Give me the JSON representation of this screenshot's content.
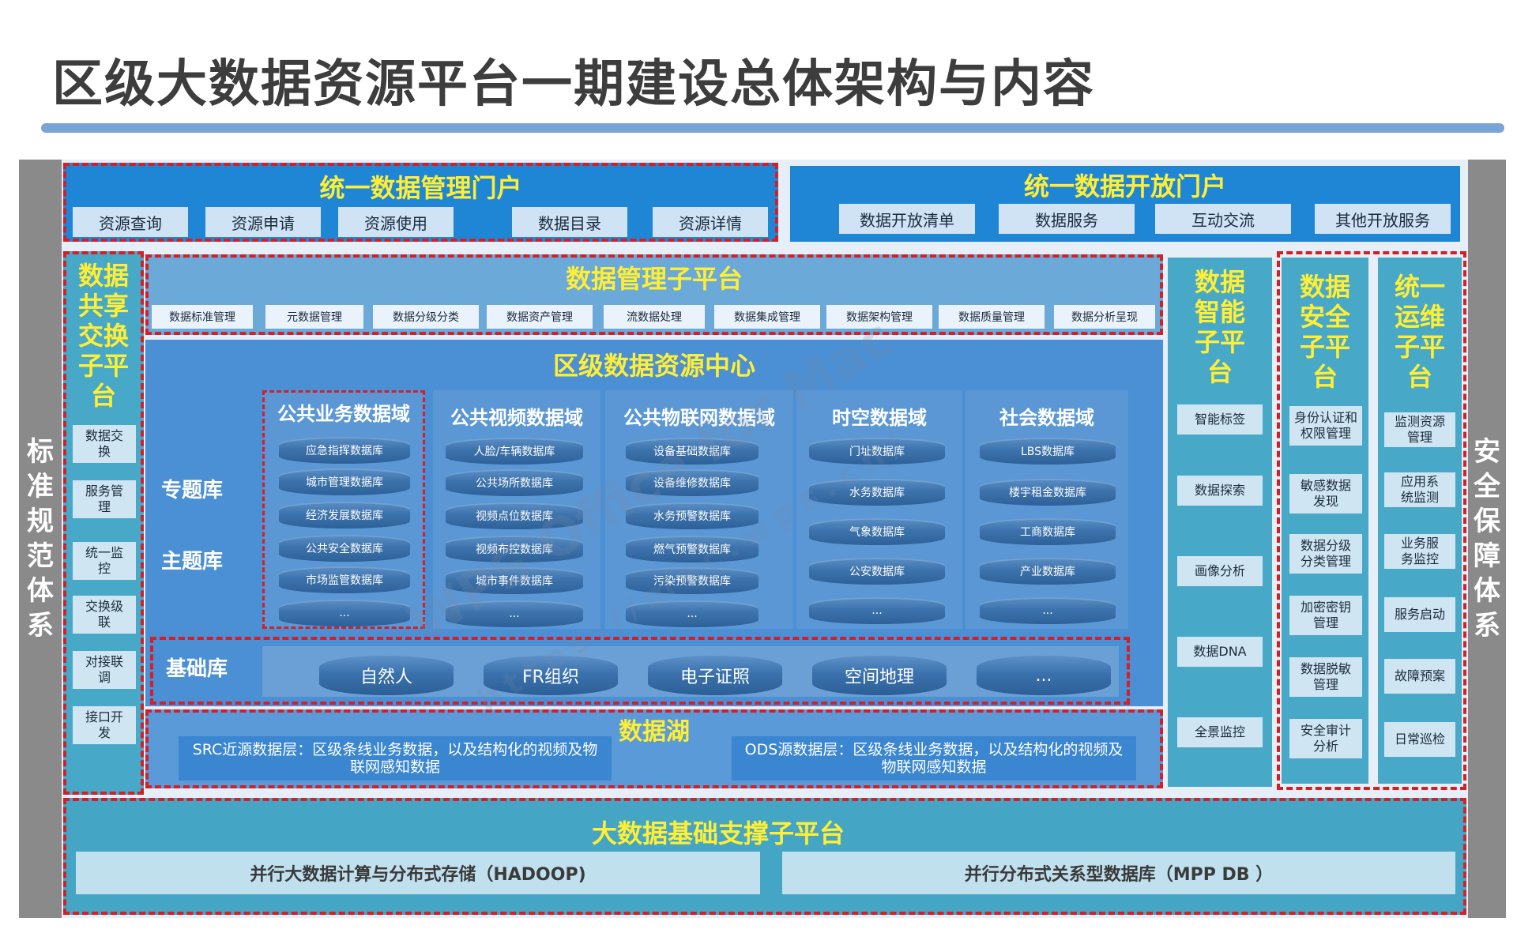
{
  "title": "区级大数据资源平台一期建设总体架构与内容",
  "left_bar": "标准规范体系",
  "right_bar": "安全保障体系",
  "portal_left": {
    "title": "统一数据管理门户",
    "tabs": [
      "资源查询",
      "资源申请",
      "资源使用",
      "数据目录",
      "资源详情"
    ]
  },
  "portal_right": {
    "title": "统一数据开放门户",
    "tabs": [
      "数据开放清单",
      "数据服务",
      "互动交流",
      "其他开放服务"
    ]
  },
  "exchange": {
    "title": "数据共享交换子平台",
    "items": [
      "数据交换",
      "服务管理",
      "统一监控",
      "交换级联",
      "对接联调",
      "接口开发"
    ]
  },
  "mgmt": {
    "title": "数据管理子平台",
    "items": [
      "数据标准管理",
      "元数据管理",
      "数据分级分类",
      "数据资产管理",
      "流数据处理",
      "数据集成管理",
      "数据架构管理",
      "数据质量管理",
      "数据分析呈现"
    ]
  },
  "center": {
    "title": "区级数据资源中心",
    "thematic_label": "专题库",
    "subject_label": "主题库",
    "domains": [
      {
        "title": "公共业务数据域",
        "dbs": [
          "应急指挥数据库",
          "城市管理数据库",
          "经济发展数据库",
          "公共安全数据库",
          "市场监管数据库",
          "..."
        ]
      },
      {
        "title": "公共视频数据域",
        "dbs": [
          "人脸/车辆数据库",
          "公共场所数据库",
          "视频点位数据库",
          "视频布控数据库",
          "城市事件数据库",
          "..."
        ]
      },
      {
        "title": "公共物联网数据域",
        "dbs": [
          "设备基础数据库",
          "设备维修数据库",
          "水务预警数据库",
          "燃气预警数据库",
          "污染预警数据库",
          "..."
        ]
      },
      {
        "title": "时空数据域",
        "dbs": [
          "门址数据库",
          "水务数据库",
          "气象数据库",
          "公安数据库",
          "..."
        ]
      },
      {
        "title": "社会数据域",
        "dbs": [
          "LBS数据库",
          "楼宇租金数据库",
          "工商数据库",
          "产业数据库",
          "..."
        ]
      }
    ],
    "base": {
      "label": "基础库",
      "items": [
        "自然人",
        "FR组织",
        "电子证照",
        "空间地理",
        "..."
      ]
    }
  },
  "lake": {
    "title": "数据湖",
    "src": "SRC近源数据层：区级条线业务数据，以及结构化的视频及物联网感知数据",
    "ods": "ODS源数据层：区级条线业务数据，以及结构化的视频及物联网感知数据"
  },
  "intelligence": {
    "title": "数据智能子平台",
    "items": [
      "智能标签",
      "数据探索",
      "画像分析",
      "数据DNA",
      "全景监控"
    ]
  },
  "security": {
    "title": "数据安全子平台",
    "items": [
      "身份认证和权限管理",
      "敏感数据发现",
      "数据分级分类管理",
      "加密密钥管理",
      "数据脱敏管理",
      "安全审计分析"
    ]
  },
  "ops": {
    "title": "统一运维子平台",
    "items": [
      "监测资源管理",
      "应用系统监测",
      "业务服务监控",
      "服务启动",
      "故障预案",
      "日常巡检"
    ]
  },
  "support": {
    "title": "大数据基础支撑子平台",
    "hadoop": "并行大数据计算与分布式存储（HADOOP)",
    "mpp": "并行分布式关系型数据库（MPP DB ）"
  },
  "watermark": {
    "main": "WPS Office for Mac",
    "url": "https://mac.wps.cn/"
  }
}
